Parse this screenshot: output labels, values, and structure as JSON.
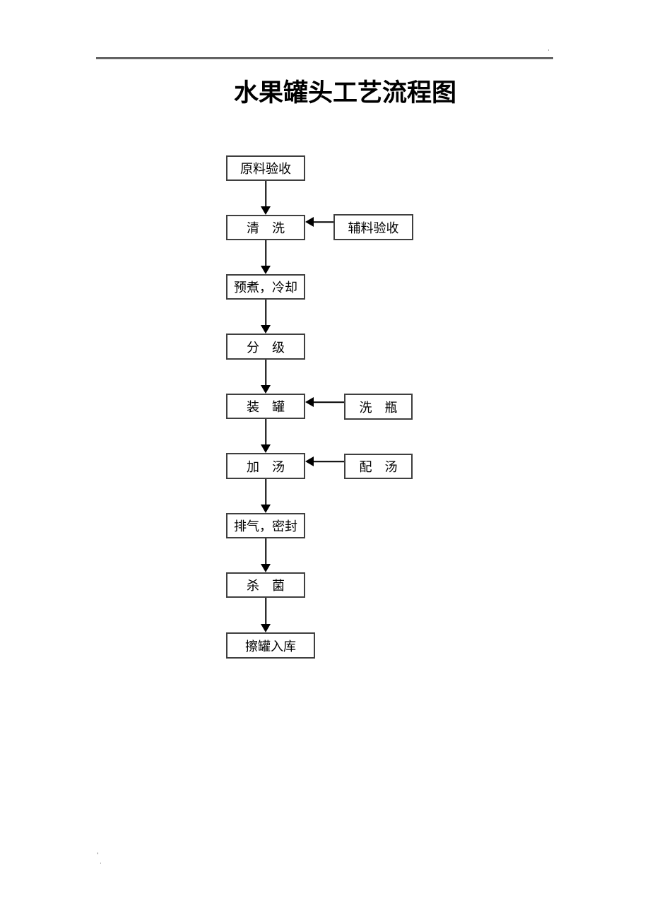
{
  "page": {
    "title": "水果罐头工艺流程图",
    "background_color": "#ffffff"
  },
  "decorations": {
    "top_rule_color": "#4a4a4a",
    "top_right_mark": "·",
    "bottom_left_mark_upper": "'",
    "bottom_left_mark_lower": "."
  },
  "flowchart": {
    "box_border_color": "#3f3f3f",
    "arrow_color": "#000000",
    "main_steps": [
      {
        "label": "原料验收"
      },
      {
        "label": "清　洗"
      },
      {
        "label": "预煮，冷却"
      },
      {
        "label": "分　级"
      },
      {
        "label": "装　罐"
      },
      {
        "label": "加　汤"
      },
      {
        "label": "排气，密封"
      },
      {
        "label": "杀　菌"
      },
      {
        "label": "擦罐入库"
      }
    ],
    "side_steps": [
      {
        "label": "辅料验收",
        "connects_to": "清　洗"
      },
      {
        "label": "洗　瓶",
        "connects_to": "装　罐"
      },
      {
        "label": "配　汤",
        "connects_to": "加　汤"
      }
    ],
    "flow_order": [
      "原料验收",
      "清洗",
      "预煮，冷却",
      "分级",
      "装罐",
      "加汤",
      "排气，密封",
      "杀菌",
      "擦罐入库"
    ]
  }
}
